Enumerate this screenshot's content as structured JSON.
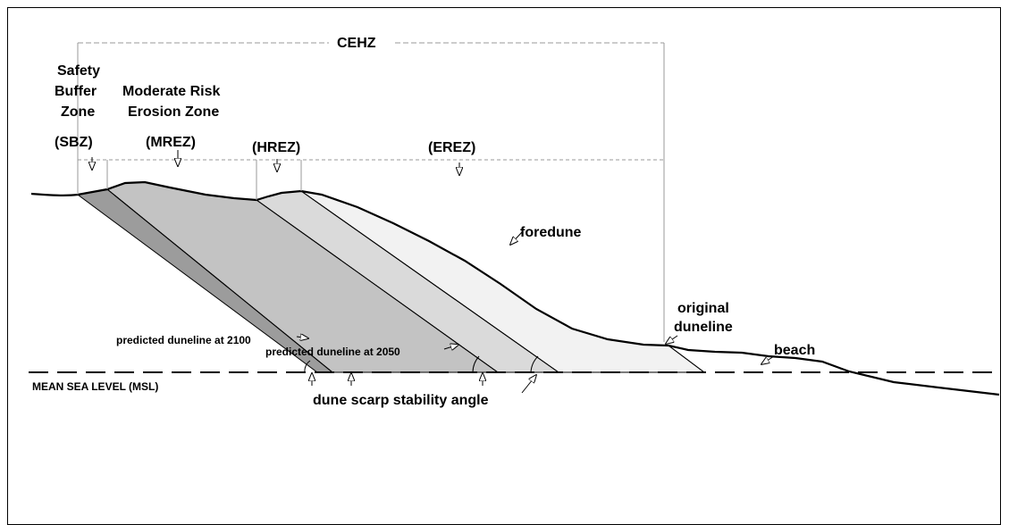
{
  "labels": {
    "cehz": "CEHZ",
    "sbz_line1": "Safety",
    "sbz_line2": "Buffer",
    "sbz_line3": "Zone",
    "sbz_abbr": "(SBZ)",
    "mrez_line1": "Moderate Risk",
    "mrez_line2": "Erosion Zone",
    "mrez_abbr": "(MREZ)",
    "hrez_abbr": "(HREZ)",
    "erez_abbr": "(EREZ)",
    "foredune": "foredune",
    "original_line1": "original",
    "original_line2": "duneline",
    "beach": "beach",
    "predicted_2100": "predicted duneline at 2100",
    "predicted_2050": "predicted duneline at 2050",
    "msl": "MEAN SEA LEVEL  (MSL)",
    "stability_angle": "dune scarp stability angle"
  },
  "colors": {
    "sbz_fill": "#9c9c9c",
    "mrez_fill": "#c3c3c3",
    "hrez_fill": "#dadada",
    "erez_fill": "#f2f2f2",
    "line": "#000000",
    "dashed_zone": "#999999"
  }
}
